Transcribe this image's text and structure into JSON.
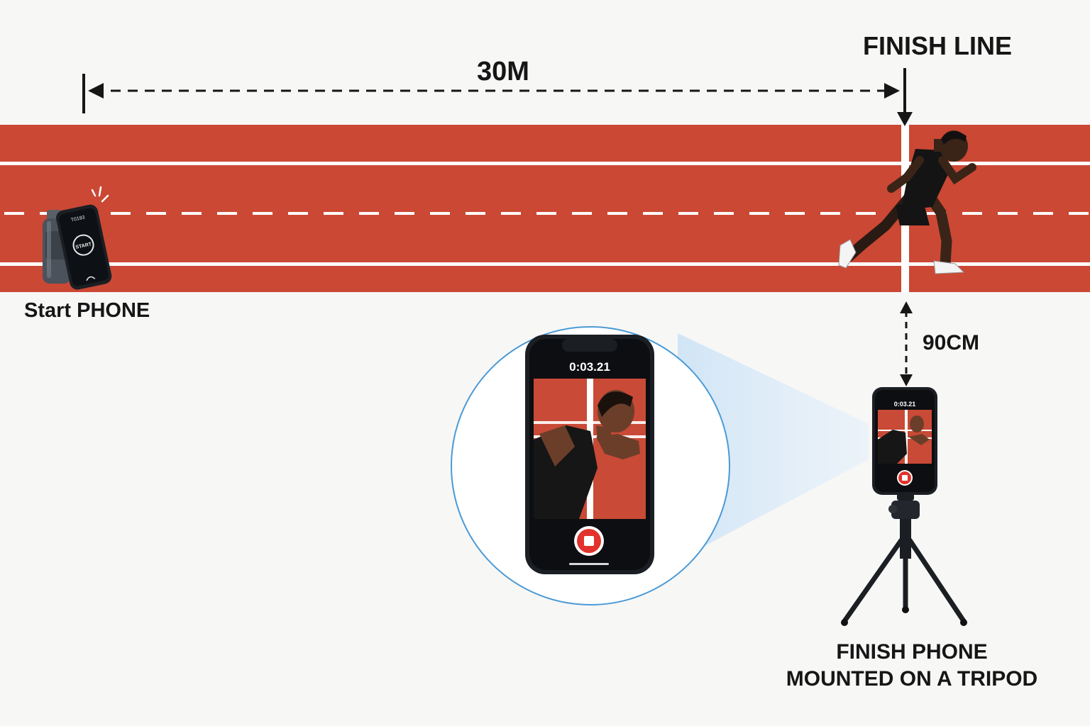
{
  "distance_label": "30M",
  "finish_line_label": "FINISH LINE",
  "start_phone_label": "Start PHONE",
  "start_phone_screen": {
    "header": "T0193",
    "button": "START"
  },
  "tripod_gap_label": "90CM",
  "finish_phone_label_line1": "FINISH PHONE",
  "finish_phone_label_line2": "MOUNTED ON A TRIPOD",
  "timer_display": "0:03.21",
  "colors": {
    "track": "#cf4a36",
    "track_lines": "#ffffff",
    "phone_body": "#1b1f24",
    "record_button": "#e2322c",
    "zoom_circle_stroke": "#4a9ad6",
    "zoom_beam": "#d6e9f8"
  }
}
